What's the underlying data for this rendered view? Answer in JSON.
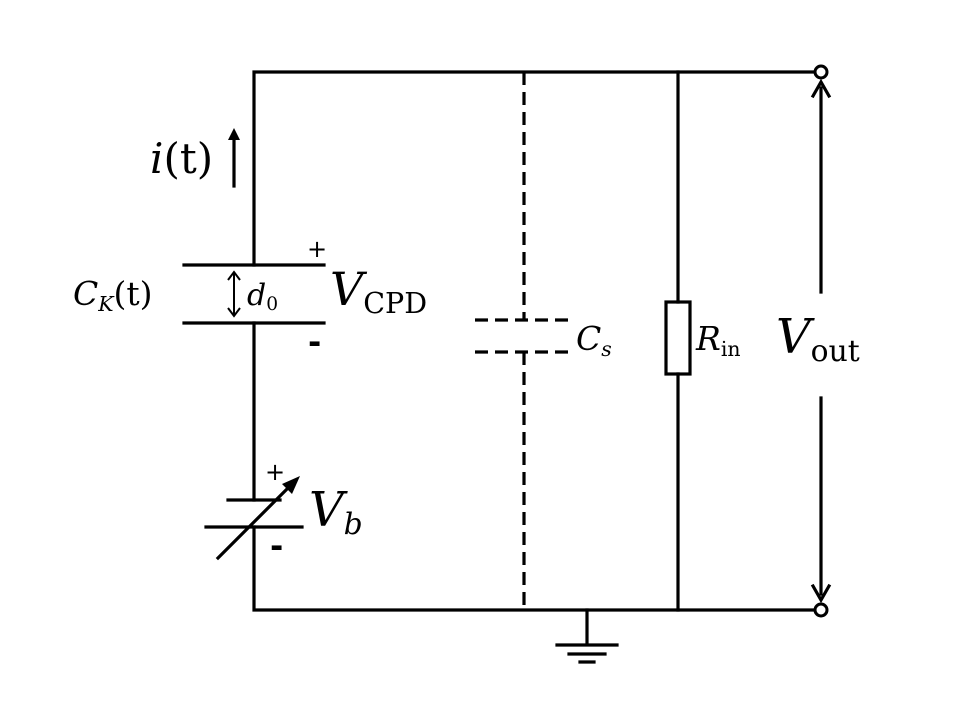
{
  "labels": {
    "current": {
      "symbol": "i",
      "arg": "(t)"
    },
    "ck": {
      "symbol": "C",
      "sub": "K",
      "arg": "(t)"
    },
    "d0": {
      "symbol": "d",
      "sub": "0"
    },
    "vcpd": {
      "symbol": "V",
      "sub": "CPD"
    },
    "cs": {
      "symbol": "C",
      "sub": "s"
    },
    "rin": {
      "symbol": "R",
      "sub": "in"
    },
    "vout": {
      "symbol": "V",
      "sub": "out"
    },
    "vb": {
      "symbol": "V",
      "sub": "b"
    }
  },
  "signs": {
    "plus": "+",
    "minus": "-"
  }
}
